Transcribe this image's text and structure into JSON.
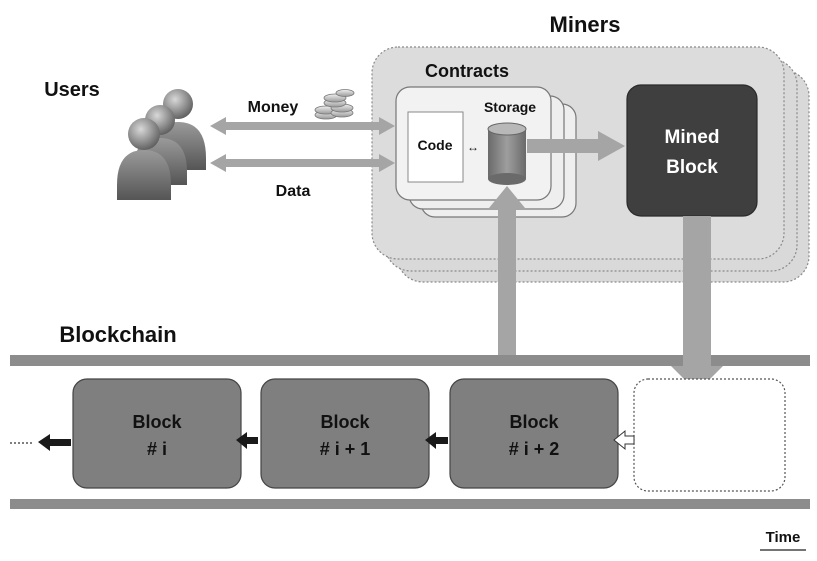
{
  "diagram": {
    "miners_label": "Miners",
    "users_label": "Users",
    "contracts_label": "Contracts",
    "storage_label": "Storage",
    "code_label": "Code",
    "money_label": "Money",
    "data_label": "Data",
    "mined_block_line1": "Mined",
    "mined_block_line2": "Block",
    "blockchain_label": "Blockchain",
    "time_label": "Time",
    "code_storage_link": "↔",
    "blocks": [
      {
        "line1": "Block",
        "line2": "# i"
      },
      {
        "line1": "Block",
        "line2": "# i + 1"
      },
      {
        "line1": "Block",
        "line2": "# i + 2"
      }
    ]
  },
  "colors": {
    "arrow_fill": "#a5a5a5",
    "block_fill": "#7f7f7f",
    "mined_block_fill": "#3f3f3f",
    "miner_panel_fill": "#d9d9d9",
    "rail_fill": "#8c8c8c",
    "contract_fill": "#eeeeee"
  },
  "icons": {
    "users": "users-group-icon",
    "coins": "coin-stack-icon",
    "storage": "database-cylinder-icon"
  }
}
